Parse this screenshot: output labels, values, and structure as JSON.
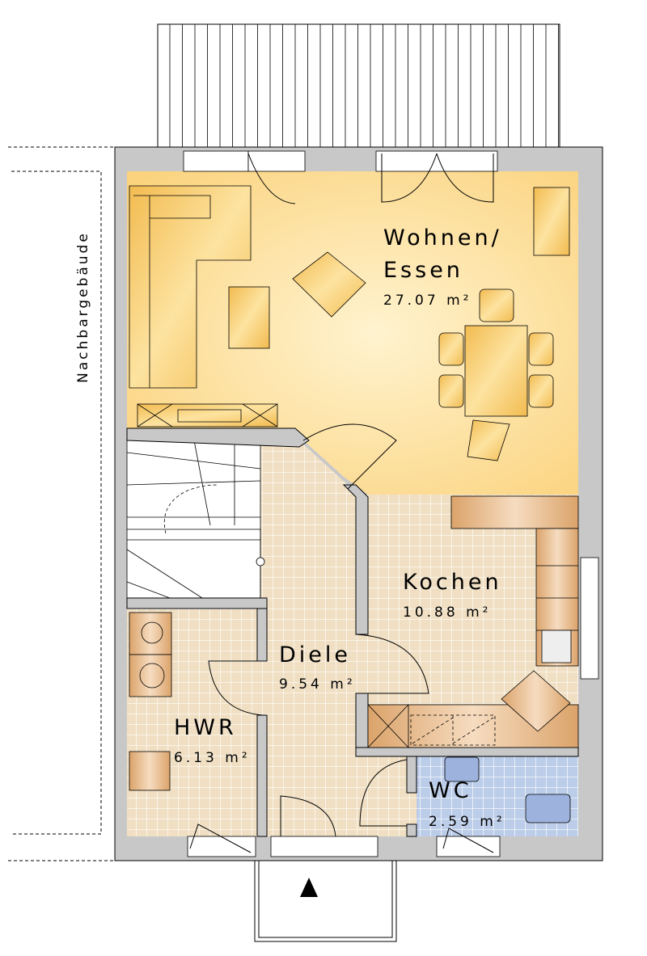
{
  "rooms": {
    "wohnen": {
      "name_line1": "Wohnen/",
      "name_line2": "Essen",
      "area": "27.07 m²"
    },
    "kochen": {
      "name": "Kochen",
      "area": "10.88 m²"
    },
    "diele": {
      "name": "Diele",
      "area": "9.54 m²"
    },
    "hwr": {
      "name": "HWR",
      "area": "6.13 m²"
    },
    "wc": {
      "name": "WC",
      "area": "2.59 m²"
    }
  },
  "neighbor_label": "Nachbargebäude",
  "colors": {
    "wall": "#c8c8c8",
    "living": "#fbd98a",
    "tile": "#f1e2c8",
    "wc": "#b9cbe9",
    "furniture": "#f5c35c",
    "kitchen": "#e7b57a"
  }
}
